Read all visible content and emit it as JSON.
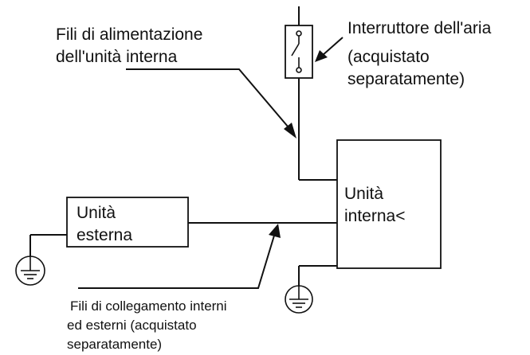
{
  "labels": {
    "power_wires": [
      "Fili di alimentazione",
      "dell'unità interna"
    ],
    "air_switch": [
      "Interruttore dell'aria",
      "(acquistato",
      "separatamente)"
    ],
    "indoor_unit": [
      "Unità",
      "interna<"
    ],
    "outdoor_unit": [
      "Unità",
      "esterna"
    ],
    "connection_wires": [
      "Fili di collegamento interni",
      "ed esterni (acquistato",
      "separatamente)"
    ]
  },
  "colors": {
    "line": "#111111",
    "background": "#ffffff"
  },
  "icons": [
    "switch-symbol",
    "ground-symbol",
    "arrow-head"
  ]
}
